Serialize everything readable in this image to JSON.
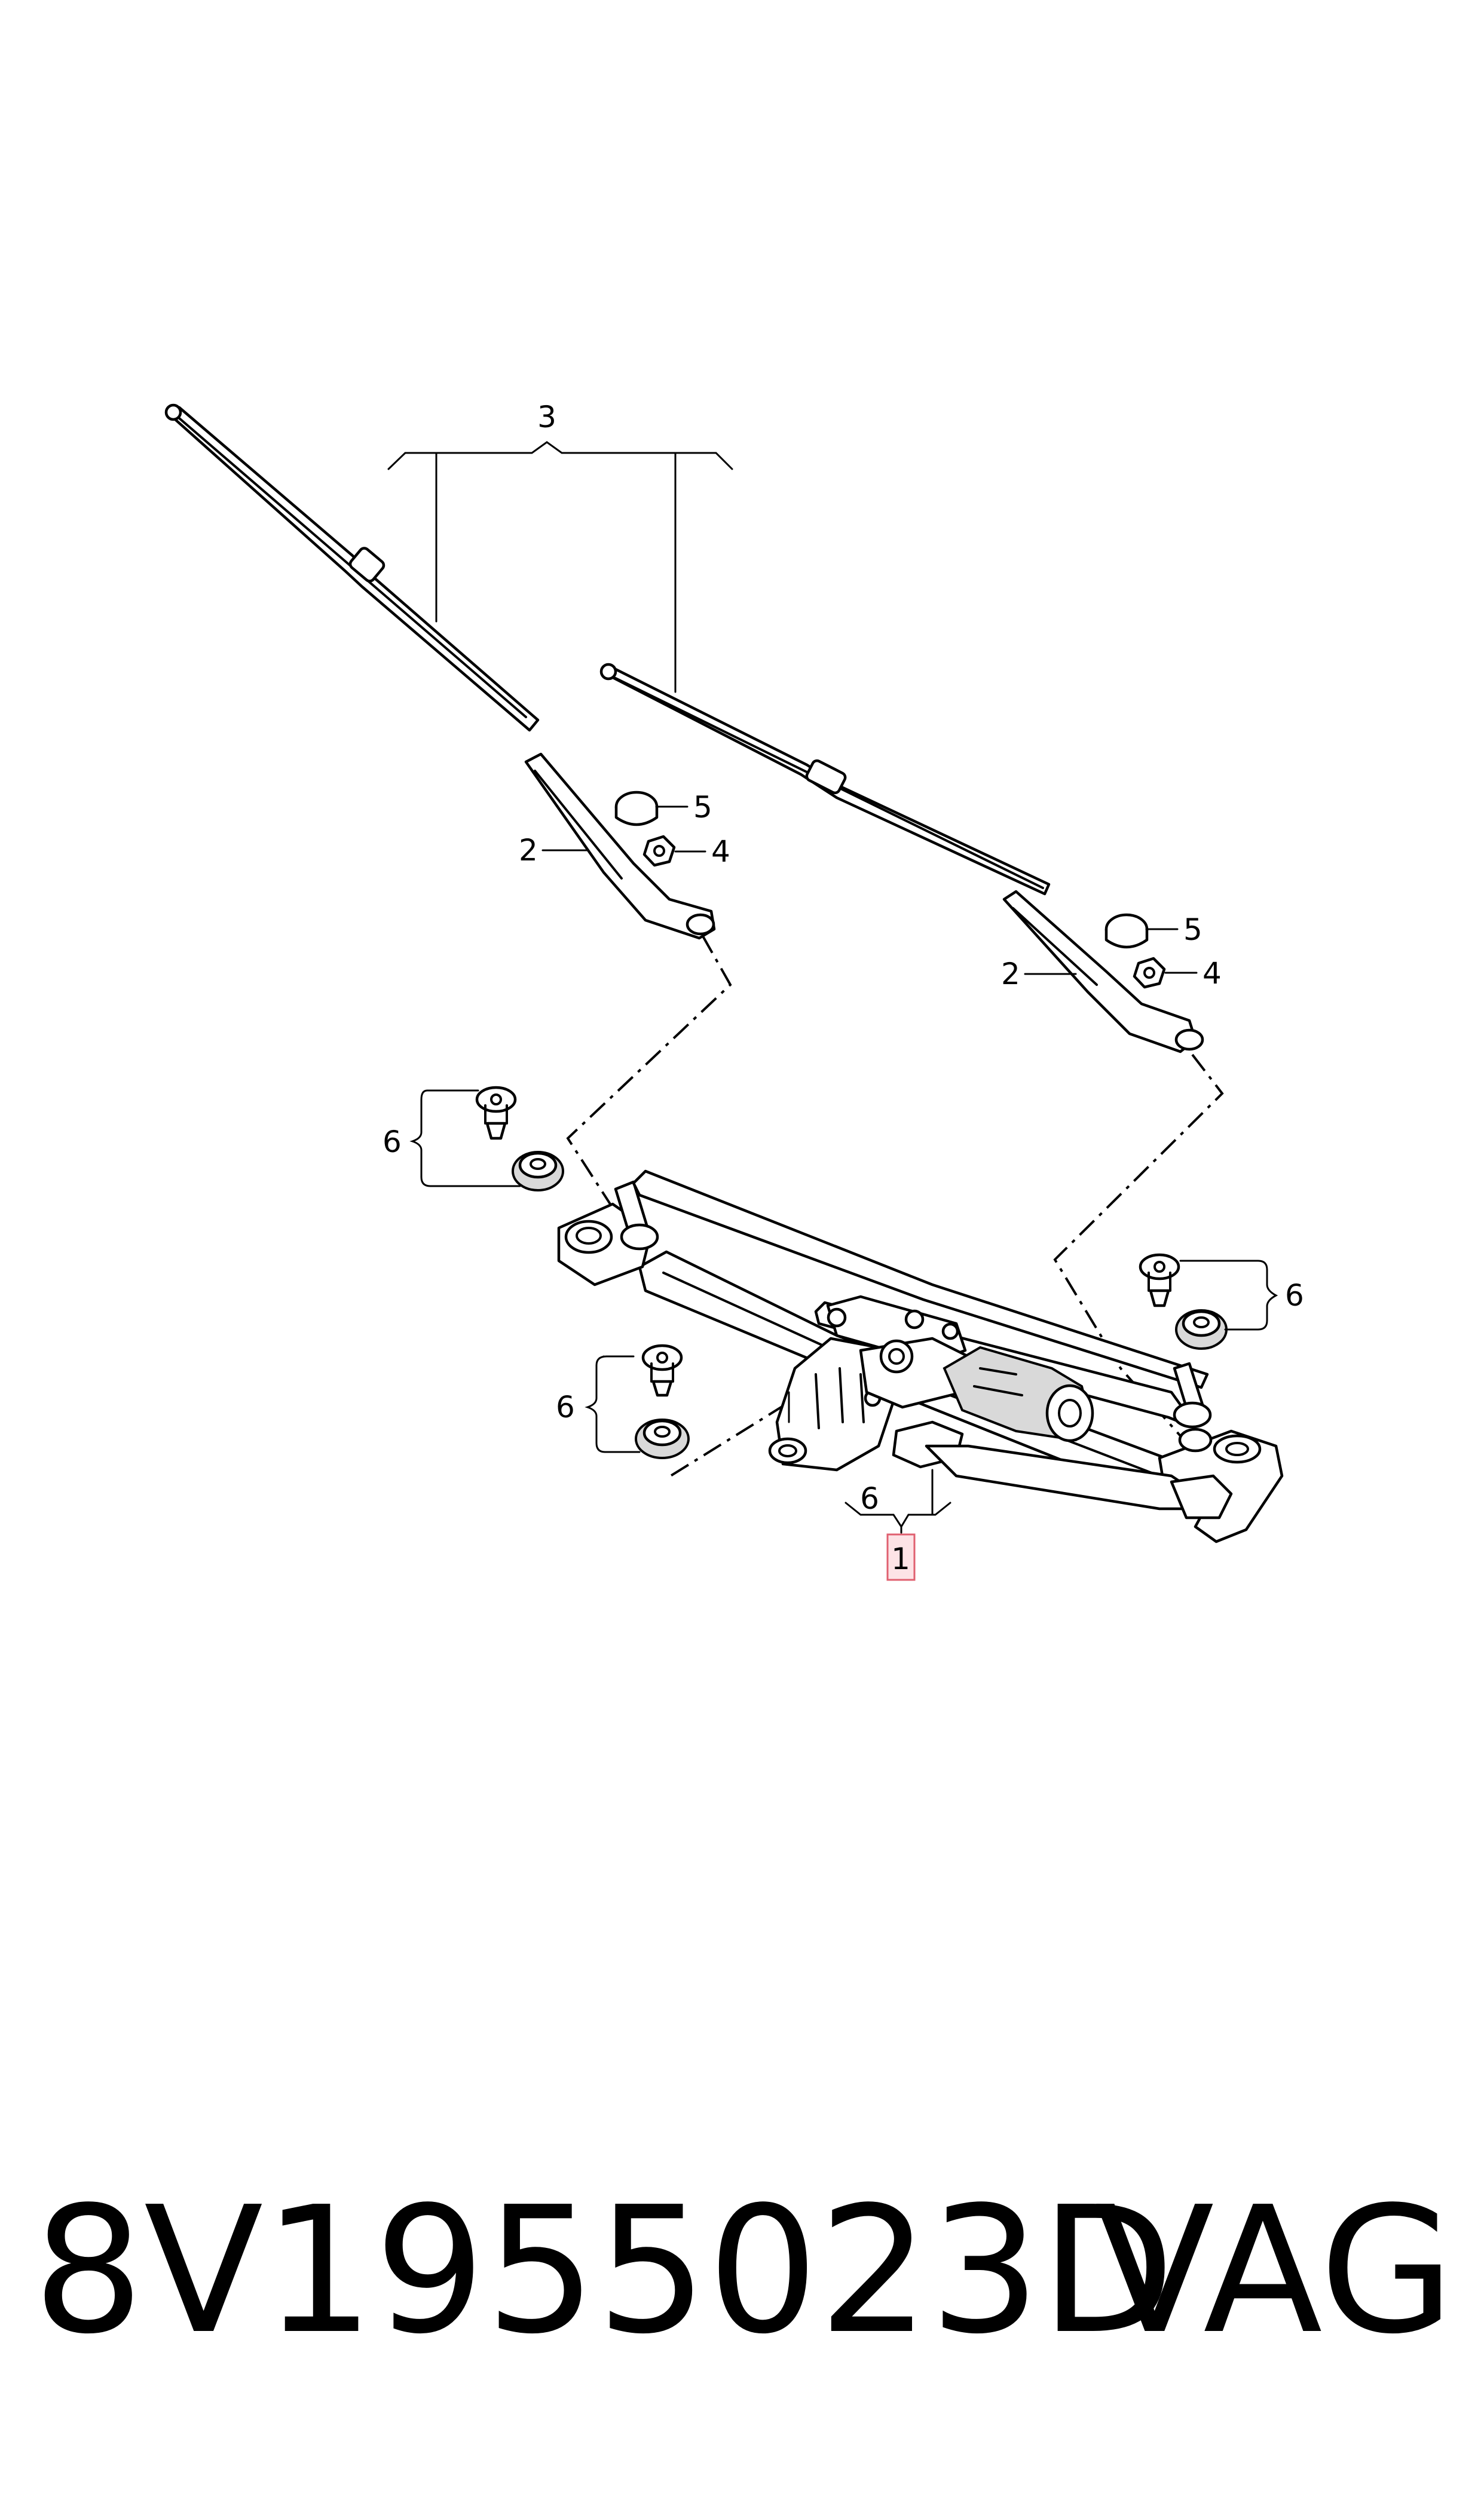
{
  "diagram": {
    "callouts": {
      "c1": "1",
      "c2_left": "2",
      "c2_right": "2",
      "c3": "3",
      "c4_left": "4",
      "c4_right": "4",
      "c5_left": "5",
      "c5_right": "5",
      "c6_left_upper": "6",
      "c6_left_lower": "6",
      "c6_right": "6",
      "c6_bottom": "6"
    }
  },
  "footer": {
    "part_number": "8V1955023D",
    "brand": "VAG"
  }
}
